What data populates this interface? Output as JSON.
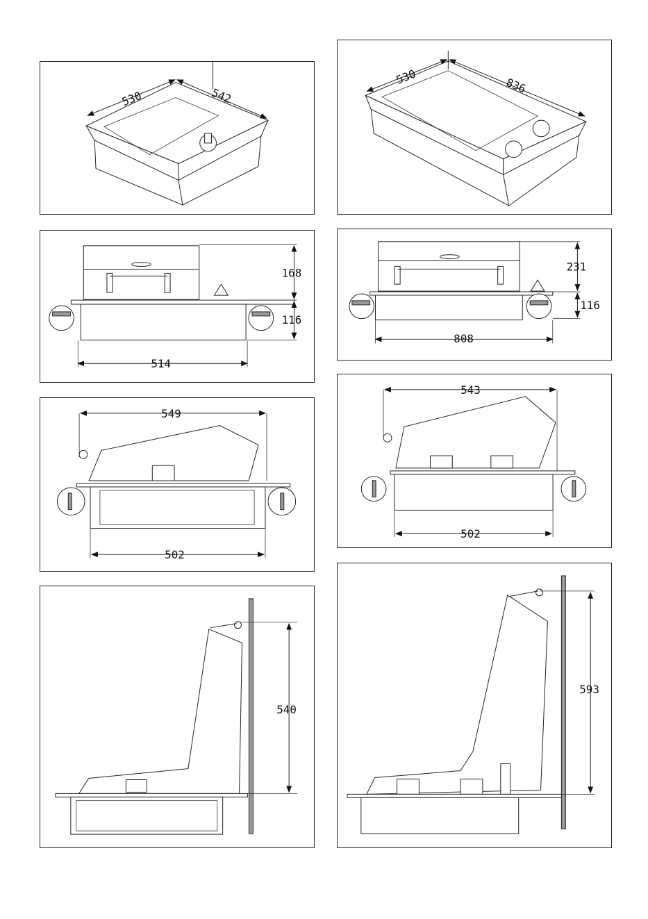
{
  "panels": [
    {
      "id": "iso-small",
      "dims": [
        "530",
        "542"
      ]
    },
    {
      "id": "iso-large",
      "dims": [
        "530",
        "836"
      ]
    },
    {
      "id": "front-small",
      "dims": [
        "168",
        "116",
        "514"
      ]
    },
    {
      "id": "front-large",
      "dims": [
        "231",
        "116",
        "808"
      ]
    },
    {
      "id": "side-open-small",
      "dims": [
        "549",
        "502"
      ]
    },
    {
      "id": "side-open-large",
      "dims": [
        "543",
        "502"
      ]
    },
    {
      "id": "side-upright-small",
      "dims": [
        "540"
      ]
    },
    {
      "id": "side-upright-large",
      "dims": [
        "593"
      ]
    }
  ],
  "colors": {
    "line": "#222222",
    "hatch": "#9a9a9a",
    "paper": "#ffffff"
  }
}
